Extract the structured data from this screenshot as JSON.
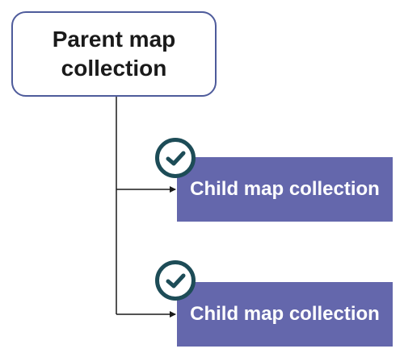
{
  "parent": {
    "label": "Parent map collection"
  },
  "children": [
    {
      "label": "Child map collection",
      "status": "check-icon"
    },
    {
      "label": "Child map collection",
      "status": "check-icon"
    }
  ],
  "colors": {
    "parent_border": "#4e5b9b",
    "child_fill": "#6467ac",
    "child_text": "#ffffff",
    "check_ring": "#1d4c57",
    "connector": "#1a1a1a"
  }
}
